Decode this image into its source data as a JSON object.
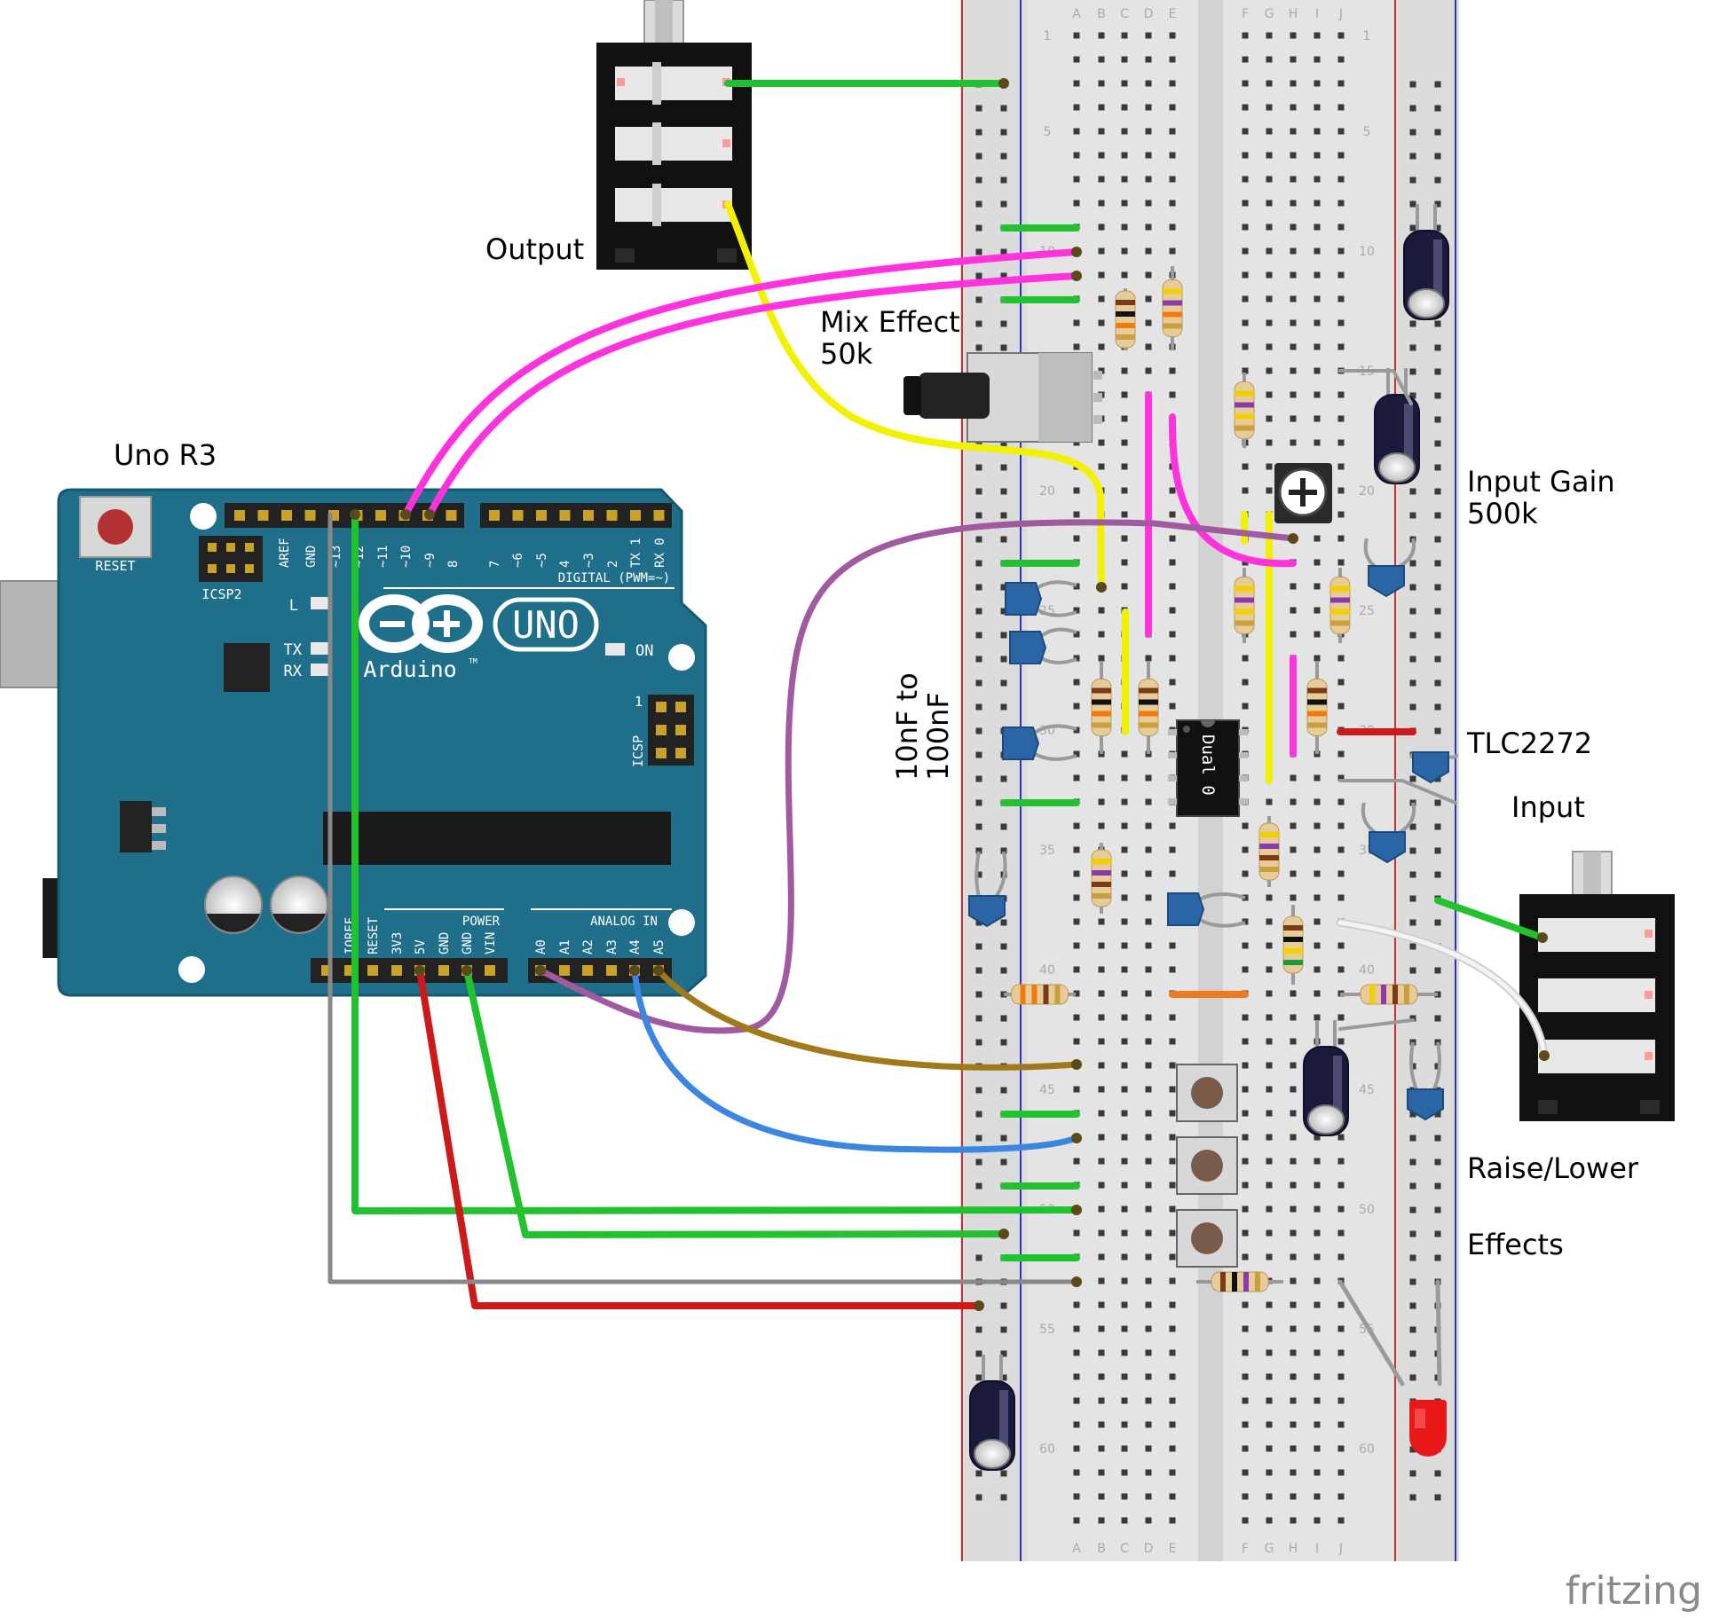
{
  "labels": {
    "output": "Output",
    "uno": "Uno R3",
    "mix_effect_line1": "Mix Effect",
    "mix_effect_line2": "50k",
    "input_gain_line1": "Input Gain",
    "input_gain_line2": "500k",
    "cap_range_line1": "10nF to",
    "cap_range_line2": "100nF",
    "opamp": "TLC2272",
    "input": "Input",
    "raise_lower": "Raise/Lower",
    "effects": "Effects",
    "fritzing": "fritzing"
  },
  "arduino": {
    "reset": "RESET",
    "icsp2": "ICSP2",
    "icsp": "ICSP",
    "uno": "UNO",
    "brand": "Arduino",
    "tm": "TM",
    "on": "ON",
    "led_l": "L",
    "led_tx": "TX",
    "led_rx": "RX",
    "digital": "DIGITAL (PWM=~)",
    "power": "POWER",
    "analog": "ANALOG IN",
    "icsp_pin1": "1",
    "digital_pins": [
      "AREF",
      "GND",
      "~13",
      "~12",
      "~11",
      "~10",
      "~9",
      "8",
      "7",
      "~6",
      "~5",
      "4",
      "~3",
      "2",
      "TX 1",
      "RX 0"
    ],
    "power_pins": [
      "IOREF",
      "RESET",
      "3V3",
      "5V",
      "GND",
      "GND",
      "VIN"
    ],
    "analog_pins": [
      "A0",
      "A1",
      "A2",
      "A3",
      "A4",
      "A5"
    ]
  },
  "breadboard": {
    "cols_left": [
      "A",
      "B",
      "C",
      "D",
      "E"
    ],
    "cols_right": [
      "F",
      "G",
      "H",
      "I",
      "J"
    ],
    "row_numbers": [
      "1",
      "5",
      "10",
      "15",
      "20",
      "25",
      "30",
      "35",
      "40",
      "45",
      "50",
      "55",
      "60"
    ],
    "chip_label": "Dual 0"
  },
  "colors": {
    "board_blue": "#1f6f8b",
    "breadboard": "#e6e6e6",
    "wire_green": "#22c22e",
    "wire_magenta": "#ff33dd",
    "wire_yellow": "#f2f200",
    "wire_purple": "#a05aa0",
    "wire_red": "#cc1a1a",
    "wire_grey": "#888888",
    "wire_blue": "#3a86e0",
    "wire_brown": "#a07a1a",
    "wire_white": "#f4f4f4",
    "cap_blue": "#2a66a6"
  }
}
